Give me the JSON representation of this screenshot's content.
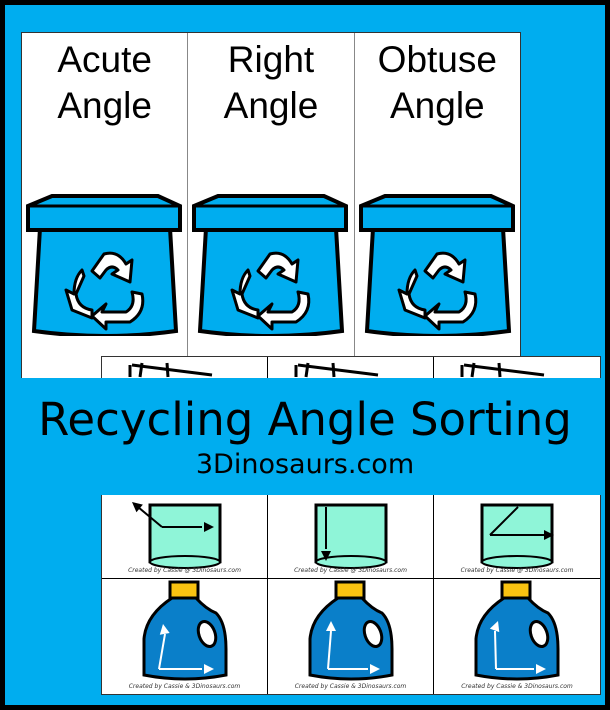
{
  "title": "Recycling Angle Sorting",
  "subtitle": "3Dinosaurs.com",
  "categories": [
    {
      "label": "Acute\nAngle",
      "line1": "Acute",
      "line2": "Angle"
    },
    {
      "label": "Right\nAngle",
      "line1": "Right",
      "line2": "Angle"
    },
    {
      "label": "Obtuse\nAngle",
      "line1": "Obtuse",
      "line2": "Angle"
    }
  ],
  "credit_top": "Created by Cassie @ 3Dinosaurs.com",
  "credit_bottom": "Created by Cassie & 3Dinosaurs.com",
  "colors": {
    "background": "#00adef",
    "bin": "#00adef",
    "bottle": "#0a7fc9",
    "cap": "#f9c311",
    "glass": "#8ff5d8"
  },
  "icons": [
    "recycling-bin-icon",
    "recycle-arrows-icon",
    "glass-jar-icon",
    "detergent-bottle-icon",
    "angle-arrows-icon"
  ]
}
